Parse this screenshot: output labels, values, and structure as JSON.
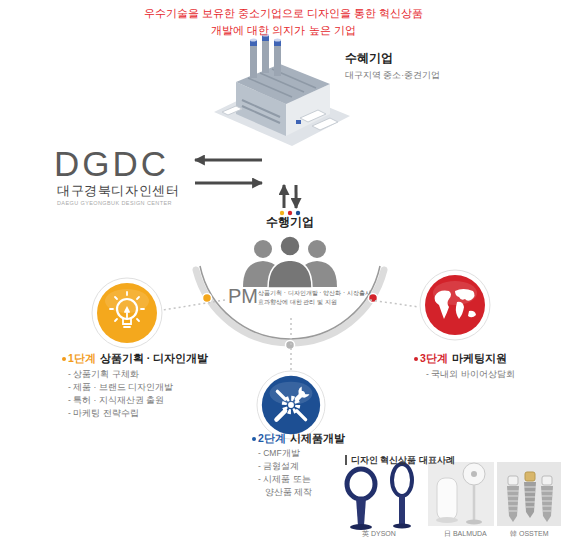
{
  "diagram": {
    "title": "우수기술을 보유한 중소기업으로 디자인을 통한 혁신상품 개발에 대한 의지가 높은 기업",
    "nodes": [
      {
        "text": [
          "수혜기업",
          "대구지역 중소·중견기업"
        ]
      },
      {
        "text": [
          "DGDC",
          "대구경북디자인센터",
          "DAEGU GYEONGBUK DESIGN CENTER"
        ]
      },
      {
        "text": [
          "수행기업",
          "PM",
          "상품기획 · 디자인개발 · 양산화 · 시장출시 효과향상에 대한 관리 및 지원"
        ]
      },
      {
        "text": [
          "1단계",
          "상품기획 · 디자인개발",
          "- 상품기획 구체화",
          "- 제품 · 브랜드 디자인개발",
          "- 특허 · 지식재산권 출원",
          "- 마케팅 전략수립"
        ]
      },
      {
        "text": [
          "2단계",
          "시제품개발",
          "- CMF개발",
          "- 금형설계",
          "- 시제품 또는 양산품 제작"
        ]
      },
      {
        "text": [
          "3단계",
          "마케팅지원",
          "- 국내외 바이어상담회"
        ]
      }
    ],
    "edges": [
      {
        "from": 0,
        "to": 1,
        "arrow": "to"
      },
      {
        "from": 1,
        "to": 0,
        "arrow": "to"
      },
      {
        "from": 2,
        "to": 0,
        "arrow": "to"
      },
      {
        "from": 0,
        "to": 2,
        "arrow": "to"
      },
      {
        "from": 2,
        "to": 3,
        "arrow": "none"
      },
      {
        "from": 2,
        "to": 4,
        "arrow": "none"
      },
      {
        "from": 2,
        "to": 5,
        "arrow": "none"
      }
    ],
    "labels": [
      "디자인 혁신상품 대표사례",
      "英 DYSON",
      "日 BALMUDA",
      "韓 OSSTEM"
    ]
  }
}
